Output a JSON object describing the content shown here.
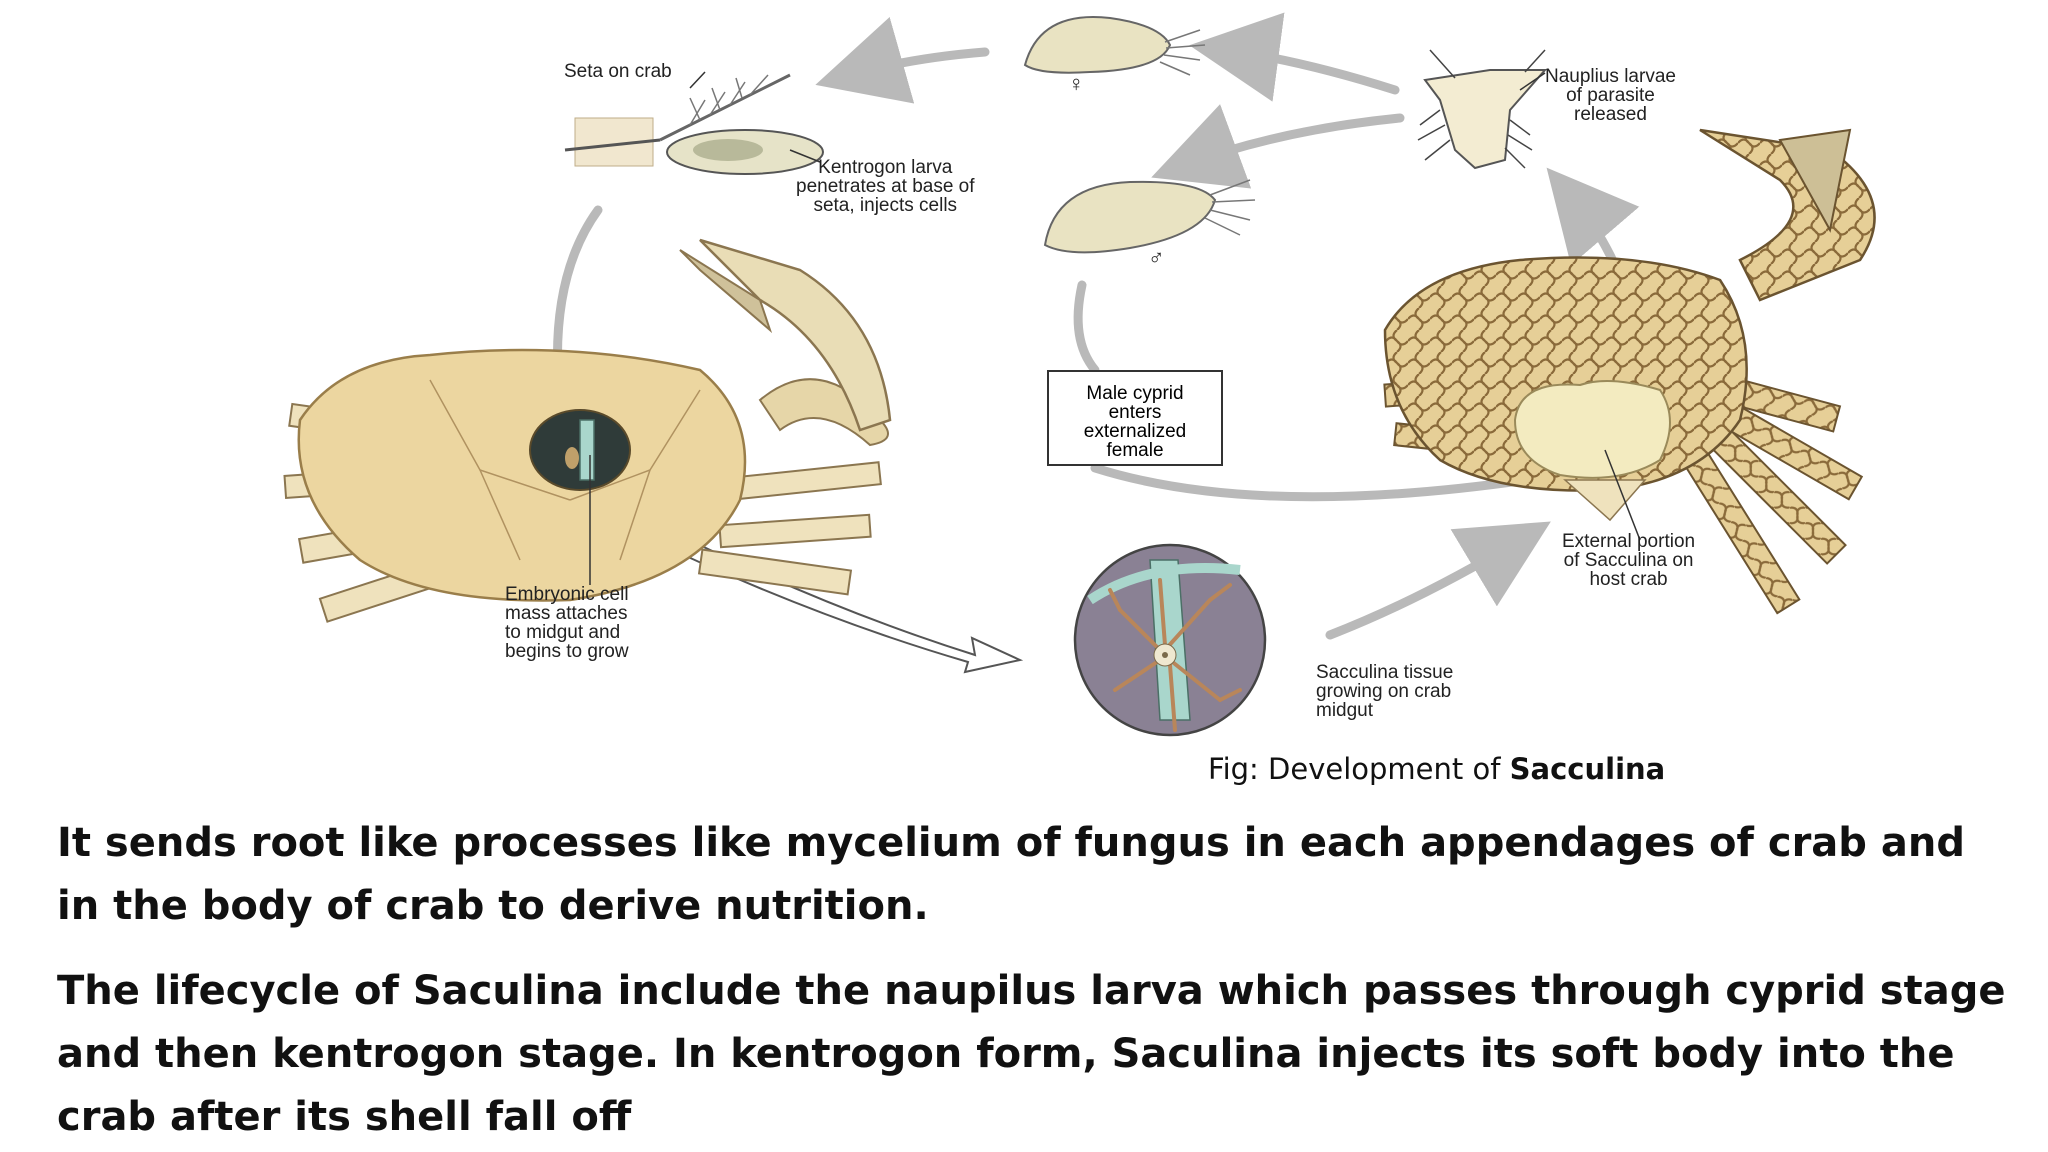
{
  "figure": {
    "labels": {
      "seta": "Seta on crab",
      "kentrogon": [
        "Kentrogon larva",
        "penetrates at base of",
        "seta, injects cells"
      ],
      "nauplius": [
        "Nauplius larvae",
        "of parasite",
        "released"
      ],
      "female_symbol": "♀",
      "male_symbol": "♂",
      "male_cyprid_box": [
        "Male cyprid",
        "enters",
        "externalized",
        "female"
      ],
      "embryonic": [
        "Embryonic cell",
        "mass attaches",
        "to midgut and",
        "begins to grow"
      ],
      "external": [
        "External portion",
        "of Sacculina on",
        "host crab"
      ],
      "tissue": [
        "Sacculina tissue",
        "growing on crab",
        "midgut"
      ]
    },
    "caption_prefix": "Fig: Development of ",
    "caption_bold": "Sacculina"
  },
  "paragraphs": [
    "It sends root like processes like mycelium of fungus in each appendages of crab and in the body of crab to derive nutrition.",
    "The lifecycle of Saculina include the naupilus larva which passes through cyprid stage and then kentrogon stage. In kentrogon form, Saculina injects its soft body into the crab after its shell fall off"
  ],
  "colors": {
    "cycle_arrow": "#b9b9b9",
    "shell": "#e9d39c",
    "shell_dark": "#b79a5c",
    "sacculina": "#f3ebc0",
    "root": "#b9865a",
    "teal": "#a9d6cc",
    "circle_bg": "#8a8194"
  }
}
